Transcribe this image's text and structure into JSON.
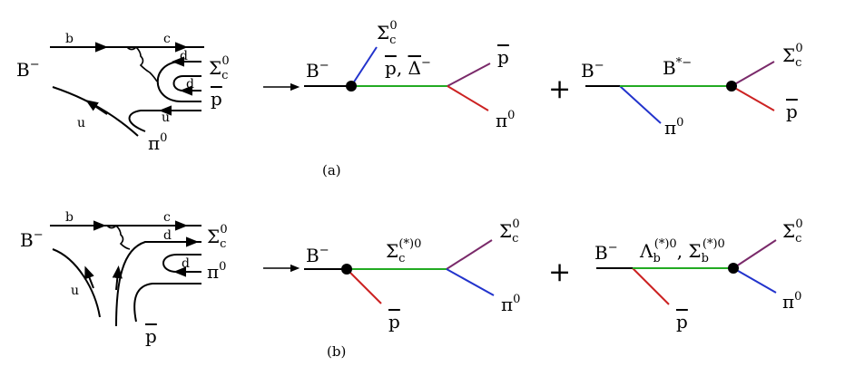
{
  "panel_a": {
    "caption": "(a)",
    "quark_diagram": {
      "initial": "B",
      "initial_charge": "−",
      "quark_b": "b",
      "quark_c": "c",
      "quark_d1": "d",
      "quark_d2": "d",
      "quark_u1": "u",
      "quark_u2": "u",
      "out_sigma": "Σ",
      "out_sigma_sub": "c",
      "out_sigma_sup": "0",
      "out_pbar": "p",
      "out_pi": "π",
      "out_pi_sup": "0"
    },
    "arrow": "→",
    "diagram1": {
      "B": "B",
      "B_charge": "−",
      "top_sigma": "Σ",
      "top_sigma_sub": "c",
      "top_sigma_sup": "0",
      "propagator_p": "p",
      "propagator_sep": ", ",
      "propagator_delta": "Δ",
      "propagator_delta_charge": "−",
      "out_p": "p",
      "out_pi": "π",
      "out_pi_sup": "0"
    },
    "plus": "+",
    "diagram2": {
      "B": "B",
      "B_charge": "−",
      "propagator": "B",
      "propagator_sup": "*−",
      "bottom_pi": "π",
      "bottom_pi_sup": "0",
      "out_sigma": "Σ",
      "out_sigma_sub": "c",
      "out_sigma_sup": "0",
      "out_pbar": "p"
    }
  },
  "panel_b": {
    "caption": "(b)",
    "quark_diagram": {
      "initial": "B",
      "initial_charge": "−",
      "quark_b": "b",
      "quark_c": "c",
      "quark_d1": "d",
      "quark_d2": "d",
      "quark_u": "u",
      "out_sigma": "Σ",
      "out_sigma_sub": "c",
      "out_sigma_sup": "0",
      "out_pi": "π",
      "out_pi_sup": "0",
      "out_pbar": "p"
    },
    "arrow": "→",
    "diagram1": {
      "B": "B",
      "B_charge": "−",
      "propagator": "Σ",
      "propagator_sub": "c",
      "propagator_sup": "(*)0",
      "bottom_pbar": "p",
      "out_sigma": "Σ",
      "out_sigma_sub": "c",
      "out_sigma_sup": "0",
      "out_pi": "π",
      "out_pi_sup": "0"
    },
    "plus": "+",
    "diagram2": {
      "B": "B",
      "B_charge": "−",
      "propagator_lambda": "Λ",
      "propagator_lambda_sub": "b",
      "propagator_lambda_sup": "(*)0",
      "propagator_sep": ", ",
      "propagator_sigma": "Σ",
      "propagator_sigma_sub": "b",
      "propagator_sigma_sup": "(*)0",
      "bottom_pbar": "p",
      "out_sigma": "Σ",
      "out_sigma_sub": "c",
      "out_sigma_sup": "0",
      "out_pi": "π",
      "out_pi_sup": "0"
    }
  },
  "colors": {
    "line_green": "#22aa22",
    "line_blue": "#2233cc",
    "line_red": "#cc2222",
    "line_purple": "#7a2a6a",
    "vertex": "#000000"
  }
}
